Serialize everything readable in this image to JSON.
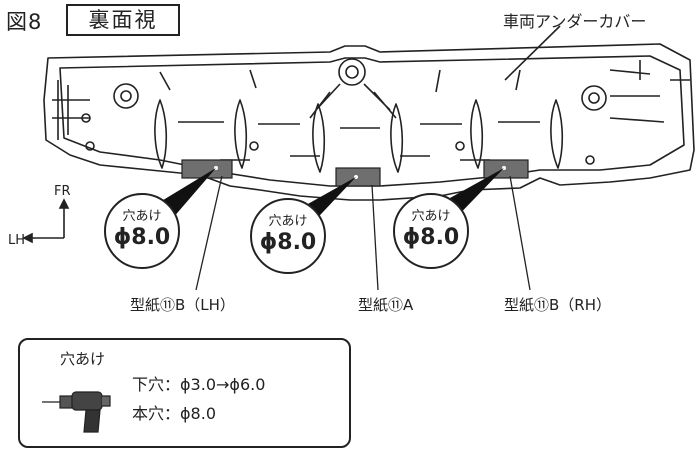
{
  "figure": {
    "label": "図8",
    "view": "裏面視"
  },
  "cover_label": "車両アンダーカバー",
  "direction": {
    "front": "FR",
    "left": "LH"
  },
  "callouts": [
    {
      "top": "穴あけ",
      "size": "ϕ8.0"
    },
    {
      "top": "穴あけ",
      "size": "ϕ8.0"
    },
    {
      "top": "穴あけ",
      "size": "ϕ8.0"
    }
  ],
  "templates": {
    "left": "型紙⑪B（LH）",
    "center": "型紙⑪A",
    "right": "型紙⑪B（RH）"
  },
  "info": {
    "title": "穴あけ",
    "pilot": "下穴：ϕ3.0→ϕ6.0",
    "main": "本穴：ϕ8.0"
  },
  "icons": [
    "drill-icon"
  ]
}
